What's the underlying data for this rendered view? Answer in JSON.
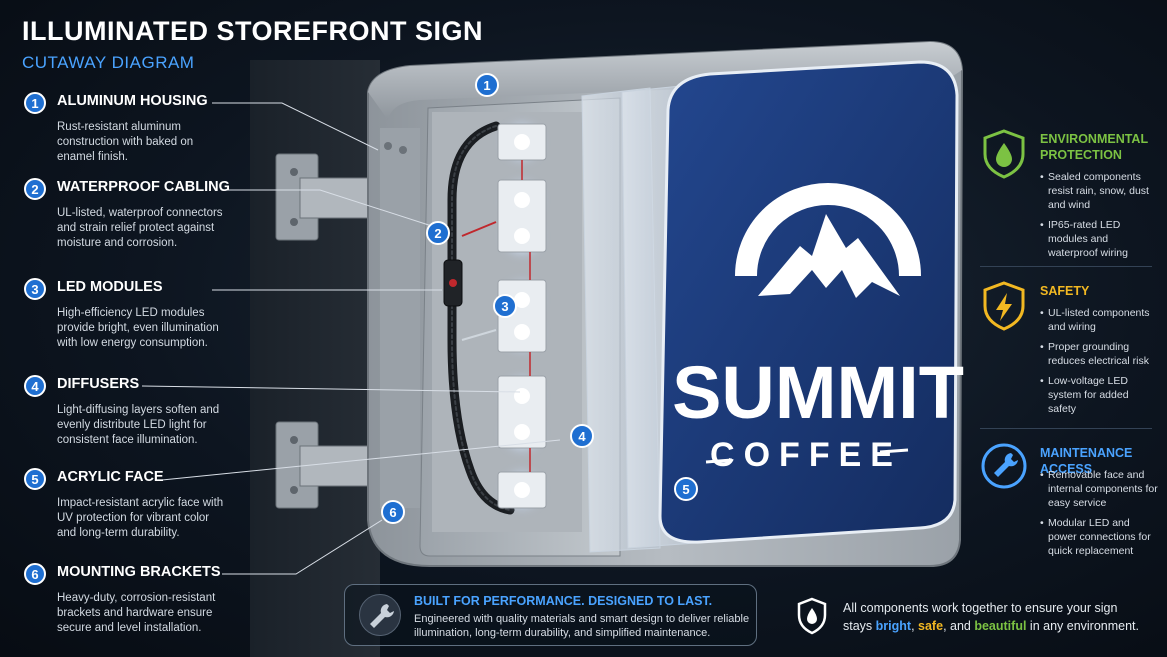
{
  "header": {
    "title": "ILLUMINATED STOREFRONT SIGN",
    "subtitle": "CUTAWAY DIAGRAM"
  },
  "components": [
    {
      "number": "1",
      "title": "ALUMINUM HOUSING",
      "description": "Rust-resistant aluminum construction with baked on enamel finish."
    },
    {
      "number": "2",
      "title": "WATERPROOF CABLING",
      "description": "UL-listed, waterproof connectors and strain relief protect against moisture and corrosion."
    },
    {
      "number": "3",
      "title": "LED MODULES",
      "description": "High-efficiency LED modules provide bright, even illumination with low energy consumption."
    },
    {
      "number": "4",
      "title": "DIFFUSERS",
      "description": "Light-diffusing layers soften and evenly distribute LED light for consistent face illumination."
    },
    {
      "number": "5",
      "title": "ACRYLIC FACE",
      "description": "Impact-resistant acrylic face with UV protection for vibrant color and long-term durability."
    },
    {
      "number": "6",
      "title": "MOUNTING BRACKETS",
      "description": "Heavy-duty, corrosion-resistant brackets and hardware ensure secure and level installation."
    }
  ],
  "sign": {
    "brand": "SUMMIT",
    "sub": "COFFEE"
  },
  "features": [
    {
      "icon": "water-drop-shield-icon",
      "color": "#7cc243",
      "title": "ENVIRONMENTAL PROTECTION",
      "bullets": [
        "Sealed components resist rain, snow, dust and wind",
        "IP65-rated LED modules and waterproof wiring"
      ]
    },
    {
      "icon": "lightning-shield-icon",
      "color": "#f2b822",
      "title": "SAFETY",
      "bullets": [
        "UL-listed components and wiring",
        "Proper grounding reduces electrical risk",
        "Low-voltage LED system for added safety"
      ]
    },
    {
      "icon": "wrench-icon",
      "color": "#4aa3ff",
      "title": "MAINTENANCE ACCESS",
      "bullets": [
        "Removable face and internal components for easy service",
        "Modular LED and power connections for quick replacement"
      ]
    }
  ],
  "performance": {
    "title": "BUILT FOR PERFORMANCE. DESIGNED TO LAST.",
    "description": "Engineered with quality materials and smart design to deliver reliable illumination, long-term durability, and simplified maintenance."
  },
  "footer": {
    "text_before": "All components work together to ensure your sign stays ",
    "bright": "bright",
    "comma1": ", ",
    "safe": "safe",
    "and": ", and ",
    "beautiful": "beautiful",
    "text_after": " in any environment."
  },
  "colors": {
    "accent_blue": "#4aa3ff",
    "number_badge": "#1f6fd1",
    "sign_face": "#1e3f82",
    "environment_green": "#7cc243",
    "safety_yellow": "#f2b822"
  }
}
